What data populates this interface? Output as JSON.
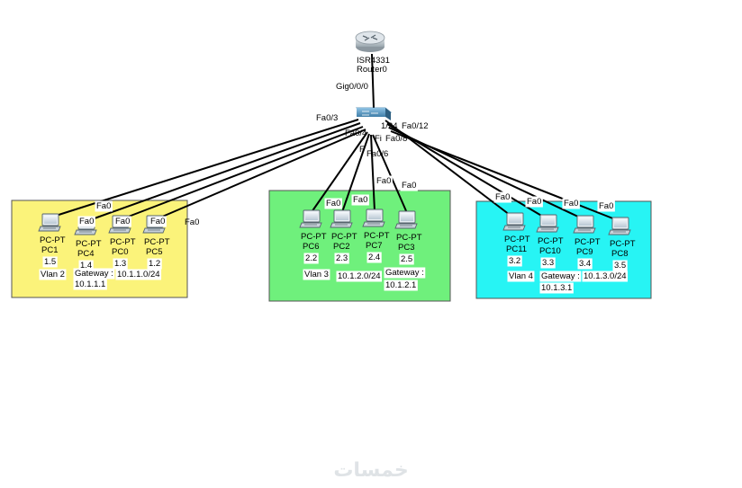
{
  "router": {
    "model": "ISR4331",
    "name": "Router0",
    "port": "Gig0/0/0"
  },
  "switch": {
    "labels": [
      {
        "text": "Fa0/3"
      },
      {
        "text": "Fa0/4"
      },
      {
        "text": "Fa0/12"
      },
      {
        "text": "Fa0/8"
      },
      {
        "text": "Fa0/6"
      },
      {
        "text": "1/24"
      },
      {
        "text": "F"
      },
      {
        "text": "Fi"
      }
    ]
  },
  "vlans": [
    {
      "color": "#fbf37a",
      "vlan": "Vlan 2",
      "gateway_label": "Gateway :",
      "gateway": "10.1.1.1",
      "network": "10.1.1.0/24",
      "pcs": [
        {
          "type": "PC-PT",
          "name": "PC1",
          "ip": "1.5",
          "port": "Fa0"
        },
        {
          "type": "PC-PT",
          "name": "PC4",
          "ip": "1.4",
          "port": "Fa0"
        },
        {
          "type": "PC-PT",
          "name": "PC0",
          "ip": "1.3",
          "port": "Fa0"
        },
        {
          "type": "PC-PT",
          "name": "PC5",
          "ip": "1.2",
          "port": "Fa0"
        }
      ]
    },
    {
      "color": "#6ff07c",
      "vlan": "Vlan 3",
      "gateway_label": "Gateway :",
      "gateway": "10.1.2.1",
      "network": "10.1.2.0/24",
      "pcs": [
        {
          "type": "PC-PT",
          "name": "PC6",
          "ip": "2.2",
          "port": "Fa0"
        },
        {
          "type": "PC-PT",
          "name": "PC2",
          "ip": "2.3",
          "port": "Fa0"
        },
        {
          "type": "PC-PT",
          "name": "PC7",
          "ip": "2.4",
          "port": "Fa0"
        },
        {
          "type": "PC-PT",
          "name": "PC3",
          "ip": "2.5",
          "port": "Fa0"
        }
      ]
    },
    {
      "color": "#27f4f4",
      "vlan": "Vlan 4",
      "gateway_label": "Gateway :",
      "gateway": "10.1.3.1",
      "network": "10.1.3.0/24",
      "pcs": [
        {
          "type": "PC-PT",
          "name": "PC11",
          "ip": "3.2",
          "port": "Fa0"
        },
        {
          "type": "PC-PT",
          "name": "PC10",
          "ip": "3.3",
          "port": "Fa0"
        },
        {
          "type": "PC-PT",
          "name": "PC9",
          "ip": "3.4",
          "port": "Fa0"
        },
        {
          "type": "PC-PT",
          "name": "PC8",
          "ip": "3.5",
          "port": "Fa0"
        }
      ]
    }
  ],
  "watermark": "خمسات"
}
